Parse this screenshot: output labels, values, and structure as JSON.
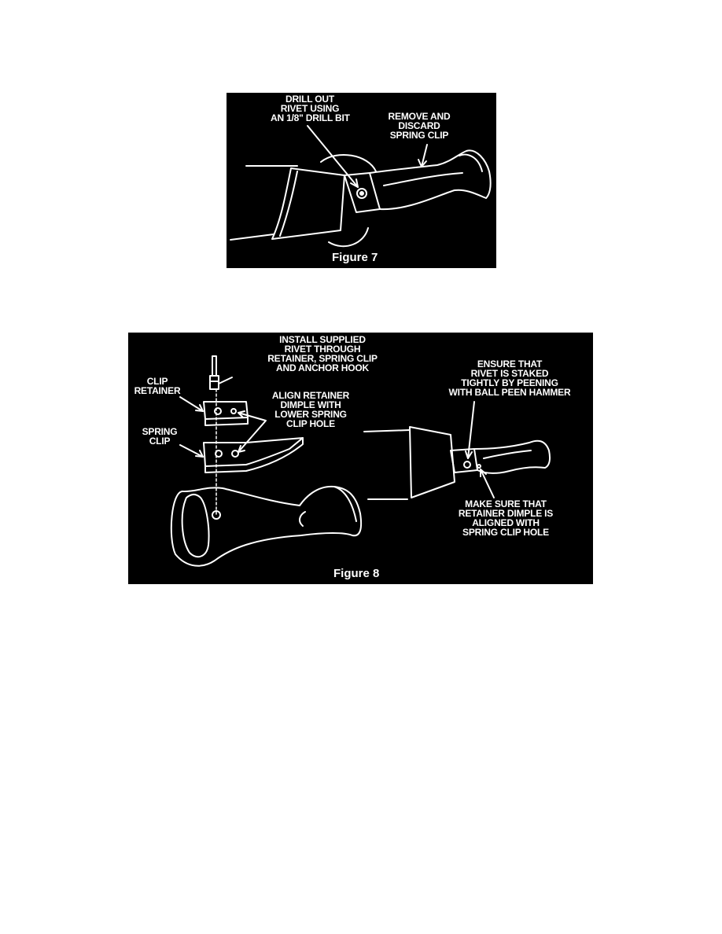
{
  "colors": {
    "figure_background": "#000000",
    "line_art": "#ffffff"
  },
  "figure7": {
    "caption": "Figure 7",
    "callout_drill": [
      "DRILL OUT",
      "RIVET USING",
      "AN  1/8\" DRILL BIT"
    ],
    "callout_remove": [
      "REMOVE AND",
      "DISCARD",
      "SPRING CLIP"
    ]
  },
  "figure8": {
    "caption": "Figure 8",
    "callout_install": [
      "INSTALL SUPPLIED",
      "RIVET THROUGH",
      "RETAINER, SPRING CLIP",
      "AND ANCHOR HOOK"
    ],
    "callout_clip_retainer": [
      "CLIP",
      "RETAINER"
    ],
    "callout_align": [
      "ALIGN RETAINER",
      "DIMPLE WITH",
      "LOWER SPRING",
      "CLIP HOLE"
    ],
    "callout_spring_clip": [
      "SPRING",
      "CLIP"
    ],
    "callout_ensure": [
      "ENSURE THAT",
      "RIVET IS STAKED",
      "TIGHTLY BY PEENING",
      "WITH BALL PEEN HAMMER"
    ],
    "callout_make_sure": [
      "MAKE SURE THAT",
      "RETAINER DIMPLE IS",
      "ALIGNED WITH",
      "SPRING CLIP HOLE"
    ]
  }
}
